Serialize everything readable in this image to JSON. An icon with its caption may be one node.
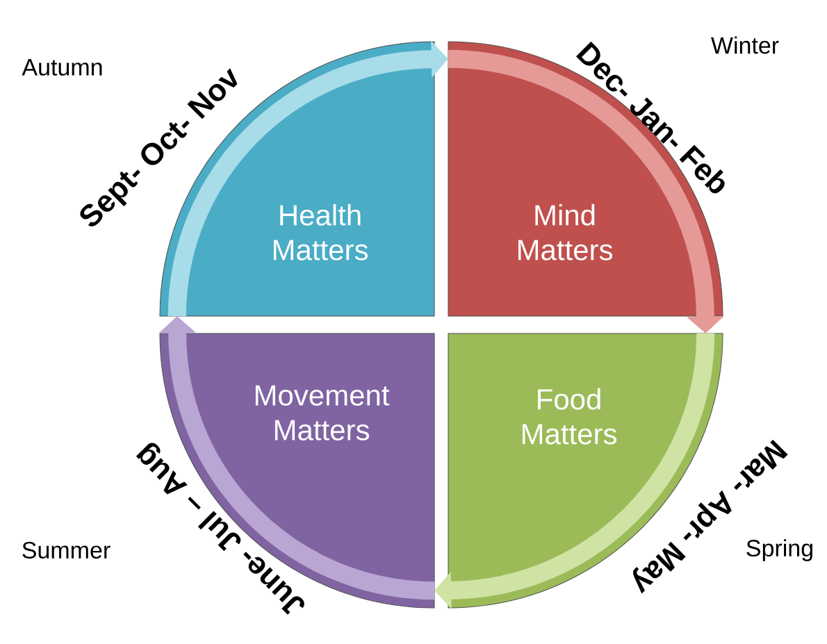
{
  "diagram": {
    "nodes": [
      {
        "text": [
          "Health Matters"
        ]
      },
      {
        "text": [
          "Mind Matters"
        ]
      },
      {
        "text": [
          "Movement Matters"
        ]
      },
      {
        "text": [
          "Food Matters"
        ]
      }
    ],
    "edges": [
      {
        "from": 0,
        "to": 1,
        "arrow": "to",
        "label": "Sept- Oct- Nov",
        "color": "#a8dce9"
      },
      {
        "from": 1,
        "to": 3,
        "arrow": "to",
        "label": "Dec- Jan- Feb",
        "color": "#e59a98"
      },
      {
        "from": 3,
        "to": 2,
        "arrow": "to",
        "label": "Mar- Apr- May",
        "color": "#cfe3a4"
      },
      {
        "from": 2,
        "to": 0,
        "arrow": "to",
        "label": "June- Jul – Aug",
        "color": "#b9a6d2"
      }
    ],
    "labels": [
      "Autumn",
      "Winter",
      "Summer",
      "Spring"
    ]
  }
}
